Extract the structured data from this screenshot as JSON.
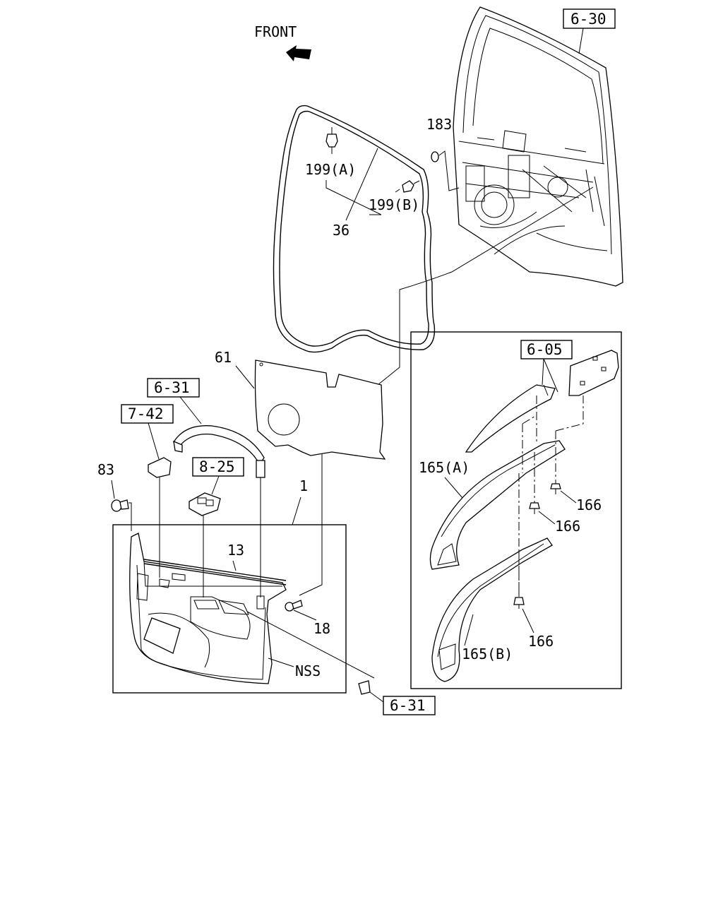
{
  "diagram": {
    "front_label": "FRONT",
    "refs": {
      "r630": "6-30",
      "r605": "6-05",
      "r631_top": "6-31",
      "r631_bottom": "6-31",
      "r742": "7-42",
      "r825": "8-25"
    },
    "parts": {
      "p183": "183",
      "p199a": "199(A)",
      "p199b": "199(B)",
      "p36": "36",
      "p61": "61",
      "p83": "83",
      "p1": "1",
      "p13": "13",
      "p18": "18",
      "pNSS": "NSS",
      "p165a": "165(A)",
      "p165b": "165(B)",
      "p166a": "166",
      "p166b": "166",
      "p166c": "166"
    }
  }
}
